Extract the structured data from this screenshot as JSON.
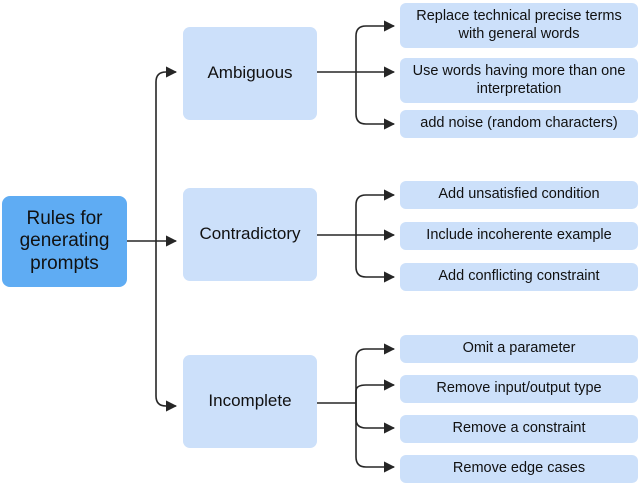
{
  "diagram": {
    "title_node": {
      "id": "root",
      "label": "Rules for generating prompts",
      "color": "#5FACF3"
    },
    "leaf_color": "#CCE0FA",
    "line_color": "#262626",
    "categories": [
      {
        "id": "ambiguous",
        "label": "Ambiguous",
        "children": [
          {
            "id": "replace-technical-terms",
            "label": "Replace technical precise terms with general words"
          },
          {
            "id": "use-ambiguous-words",
            "label": "Use words having more than one interpretation"
          },
          {
            "id": "add-noise",
            "label": "add noise (random characters)"
          }
        ]
      },
      {
        "id": "contradictory",
        "label": "Contradictory",
        "children": [
          {
            "id": "add-unsatisfied-condition",
            "label": "Add unsatisfied condition"
          },
          {
            "id": "include-incoherente-example",
            "label": "Include incoherente example"
          },
          {
            "id": "add-conflicting-constraint",
            "label": "Add conflicting constraint"
          }
        ]
      },
      {
        "id": "incomplete",
        "label": "Incomplete",
        "children": [
          {
            "id": "omit-a-parameter",
            "label": "Omit a parameter"
          },
          {
            "id": "remove-io-type",
            "label": "Remove input/output type"
          },
          {
            "id": "remove-a-constraint",
            "label": "Remove a constraint"
          },
          {
            "id": "remove-edge-cases",
            "label": "Remove edge cases"
          }
        ]
      }
    ]
  }
}
